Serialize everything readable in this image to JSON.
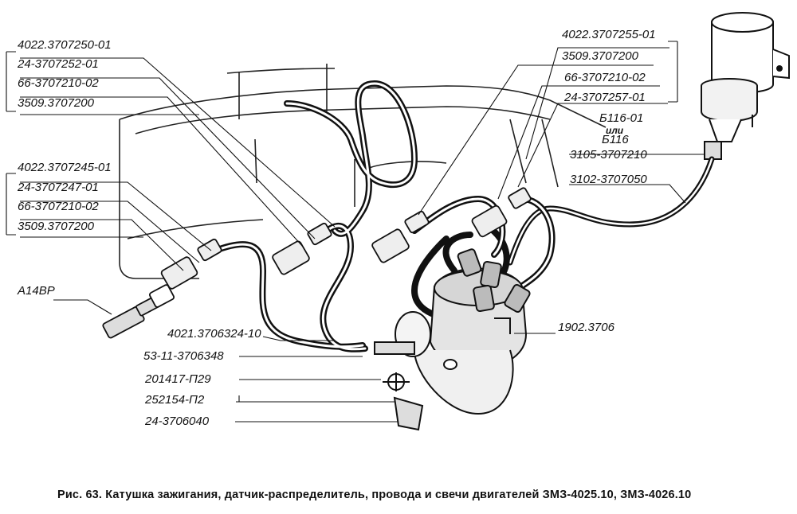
{
  "caption": "Рис. 63. Катушка зажигания, датчик-распределитель, провода и свечи двигателей ЗМЗ-4025.10, ЗМЗ-4026.10",
  "labels": {
    "l_4022_250": "4022.3707250-01",
    "l_24_252": "24-3707252-01",
    "l_66_210_a": "66-3707210-02",
    "l_3509_a": "3509.3707200",
    "l_4022_245": "4022.3707245-01",
    "l_24_247": "24-3707247-01",
    "l_66_210_b": "66-3707210-02",
    "l_3509_b": "3509.3707200",
    "l_a14vr": "А14ВР",
    "l_4021_324": "4021.3706324-10",
    "l_53_348": "53-11-3706348",
    "l_201417": "201417-П29",
    "l_252154": "252154-П2",
    "l_24_040": "24-3706040",
    "l_4022_255": "4022.3707255-01",
    "l_3509_c": "3509.3707200",
    "l_66_210_c": "66-3707210-02",
    "l_24_257": "24-3707257-01",
    "l_b116_01": "Б116-01",
    "l_ili": "или",
    "l_b116": "Б116",
    "l_3105_210": "3105-3707210",
    "l_3102_050": "3102-3707050",
    "l_1902": "1902.3706"
  }
}
